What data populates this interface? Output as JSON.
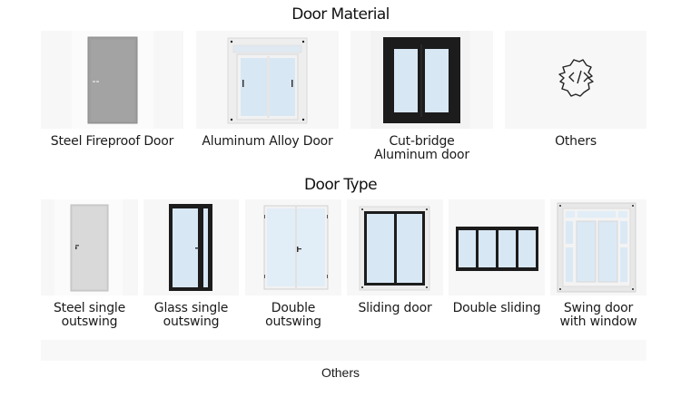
{
  "material": {
    "title": "Door Material",
    "items": [
      {
        "label": "Steel Fireproof Door",
        "icon": "steel-door-image"
      },
      {
        "label": "Aluminum Alloy Door",
        "icon": "aluminum-window-image"
      },
      {
        "label": "Cut-bridge\nAluminum door",
        "label_line1": "Cut-bridge",
        "label_line2": "Aluminum door",
        "icon": "black-frame-window-image"
      },
      {
        "label": "Others",
        "icon": "gear-code-icon"
      }
    ]
  },
  "type": {
    "title": "Door Type",
    "items": [
      {
        "label_line1": "Steel single",
        "label_line2": "outswing",
        "icon": "steel-single-door-image"
      },
      {
        "label_line1": "Glass single",
        "label_line2": "outswing",
        "icon": "glass-single-door-image"
      },
      {
        "label_line1": "Double",
        "label_line2": "outswing",
        "icon": "double-door-image"
      },
      {
        "label_line1": "Sliding door",
        "label_line2": "",
        "icon": "sliding-door-image"
      },
      {
        "label_line1": "Double sliding",
        "label_line2": "",
        "icon": "double-sliding-image"
      },
      {
        "label_line1": "Swing door",
        "label_line2": "with window",
        "icon": "swing-door-window-image"
      }
    ],
    "others_label": "Others"
  },
  "colors": {
    "thumb_bg": "#f7f7f7",
    "glass": "#d6e8f5",
    "frame_dark": "#1c1c1c",
    "frame_light": "#e8e8e8",
    "steel": "#9d9d9d"
  }
}
